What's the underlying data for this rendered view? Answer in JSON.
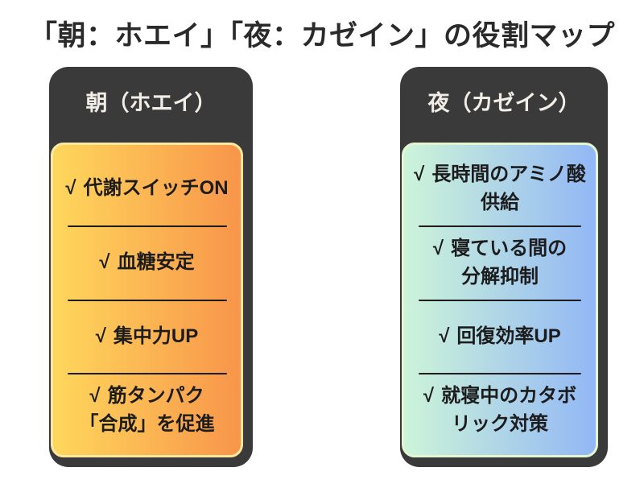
{
  "title": "「朝：ホエイ」「夜：カゼイン」の役割マップ",
  "check_glyph": "√",
  "colors": {
    "background": "#ffffff",
    "title_text": "#2a2a2a",
    "card_dark": "#3a3a3a",
    "header_text": "#f3ede7",
    "item_text": "#1c1c1c",
    "morning_gradient_start": "#ffd75c",
    "morning_gradient_end": "#f8954a",
    "morning_border": "#ffe9a2",
    "night_gradient_start": "#cdf4d9",
    "night_gradient_end": "#92b7f6",
    "night_border": "#e4f6d0"
  },
  "cards": [
    {
      "header": "朝（ホエイ）",
      "items": [
        "代謝スイッチON",
        "血糖安定",
        "集中力UP",
        "筋タンパク\n「合成」を促進"
      ]
    },
    {
      "header": "夜（カゼイン）",
      "items": [
        "長時間のアミノ酸\n供給",
        "寝ている間の\n分解抑制",
        "回復効率UP",
        "就寝中のカタボ\nリック対策"
      ]
    }
  ]
}
